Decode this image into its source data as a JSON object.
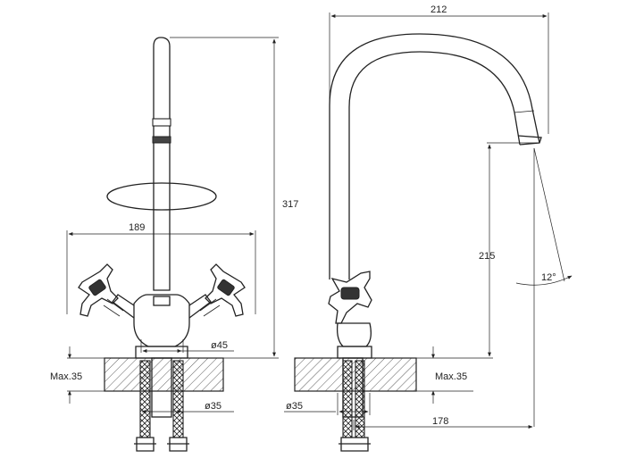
{
  "dimensions": {
    "height_total": "317",
    "handle_span": "189",
    "body_diameter": "ø45",
    "counter_max_left": "Max.35",
    "counter_max_right": "Max.35",
    "hole_diameter_left": "ø35",
    "hole_diameter_right": "ø35",
    "spout_reach": "212",
    "spout_height": "215",
    "spout_angle": "12°",
    "outlet_offset": "178"
  }
}
